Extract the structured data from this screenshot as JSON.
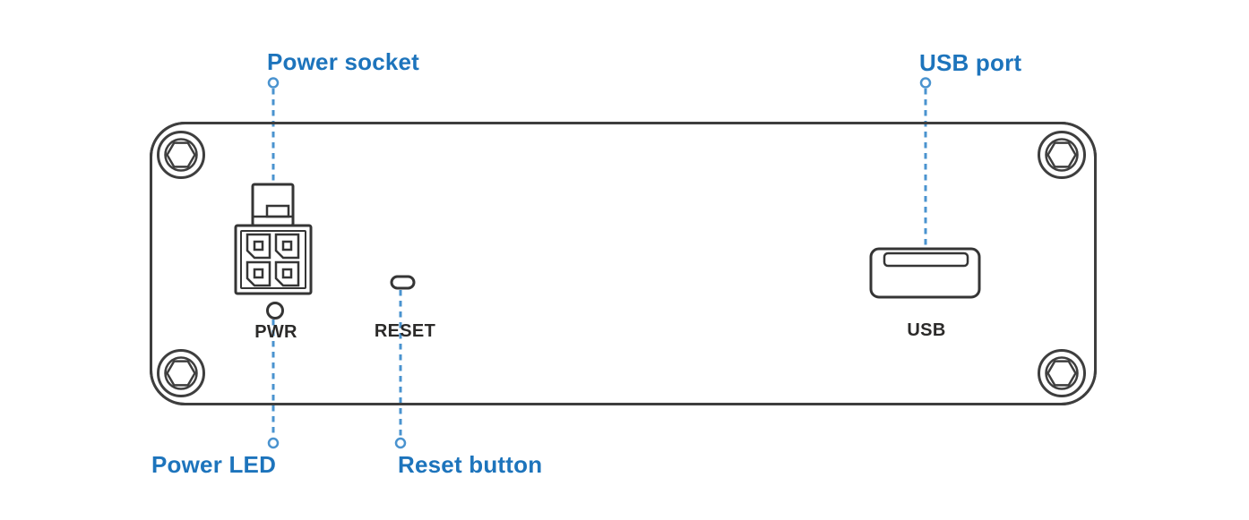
{
  "callouts": {
    "power_socket": "Power socket",
    "usb_port": "USB port",
    "power_led": "Power LED",
    "reset_button": "Reset button"
  },
  "panel_labels": {
    "pwr": "PWR",
    "reset": "RESET",
    "usb": "USB"
  },
  "icons": {
    "corner_screws": "hex-socket-screw-icon",
    "power_connector": "4-pin-power-socket-icon",
    "power_led": "led-indicator-icon",
    "reset_hole": "reset-pinhole-icon",
    "usb_port": "usb-a-port-icon",
    "leader_marker": "callout-circle-marker"
  },
  "colors": {
    "callout_text": "#1d74bc",
    "leader_line": "#4a93cf",
    "device_outline": "#3e3e3e",
    "component_outline": "#353535",
    "panel_label_text": "#2b2a29",
    "background": "#ffffff"
  }
}
